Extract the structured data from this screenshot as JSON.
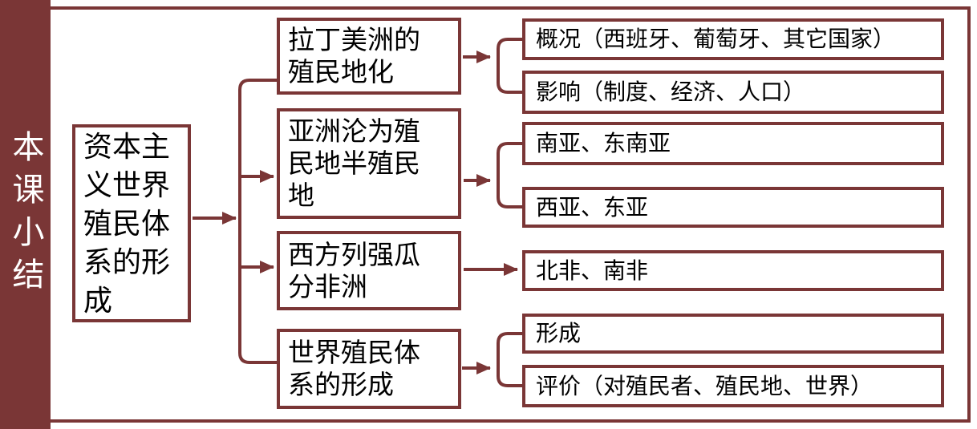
{
  "colors": {
    "maroon": "#7a3636",
    "box_text": "#000000",
    "sidebar_text": "#ffffff",
    "background": "#ffffff"
  },
  "sidebar": {
    "title": "本课小结"
  },
  "tree": {
    "root": {
      "label": "资本主\n义世界\n殖民体\n系的形\n成"
    },
    "branches": [
      {
        "label": "拉丁美洲的\n殖民地化",
        "children": [
          "概况（西班牙、葡萄牙、其它国家）",
          "影响（制度、经济、人口）"
        ]
      },
      {
        "label": "亚洲沦为殖\n民地半殖民\n地",
        "children": [
          "南亚、东南亚",
          "西亚、东亚"
        ]
      },
      {
        "label": "西方列强瓜\n分非洲",
        "children": [
          "北非、南非"
        ]
      },
      {
        "label": "世界殖民体\n系的形成",
        "children": [
          "形成",
          "评价（对殖民者、殖民地、世界）"
        ]
      }
    ]
  }
}
